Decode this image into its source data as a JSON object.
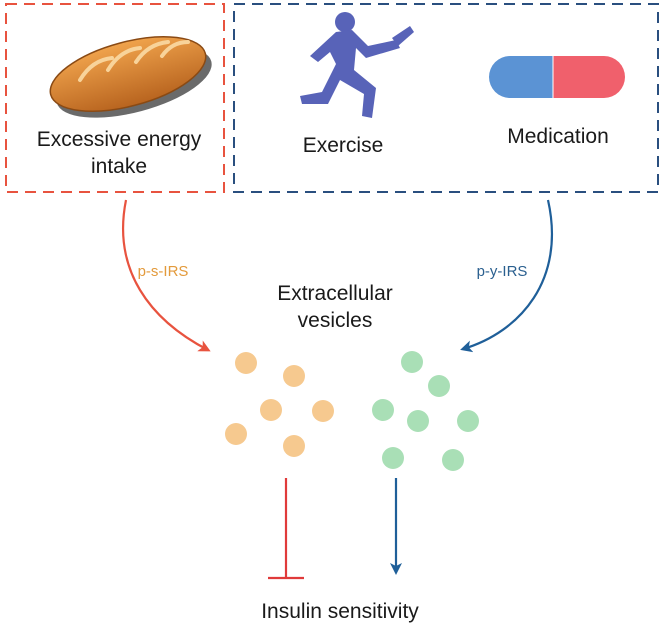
{
  "left_box": {
    "label_line1": "Excessive energy",
    "label_line2": "intake",
    "icon": "bread-icon",
    "border_color": "#e8533f"
  },
  "right_box": {
    "exercise_label": "Exercise",
    "exercise_icon": "running-person-icon",
    "medication_label": "Medication",
    "medication_icon": "capsule-icon",
    "border_color": "#2a4f7f"
  },
  "left_arrow_label": "p-s-IRS",
  "right_arrow_label": "p-y-IRS",
  "center_label_line1": "Extracellular",
  "center_label_line2": "vesicles",
  "bottom_label": "Insulin sensitivity",
  "colors": {
    "red": "#e8533f",
    "blue": "#1f5f99",
    "orange_vesicle": "#f6c98f",
    "green_vesicle": "#a9dfb6",
    "inhibit": "#e03a3a",
    "runner": "#5863b8",
    "capsule_blue": "#5b93d4",
    "capsule_red": "#f0606c",
    "bread": "#d9893a"
  }
}
